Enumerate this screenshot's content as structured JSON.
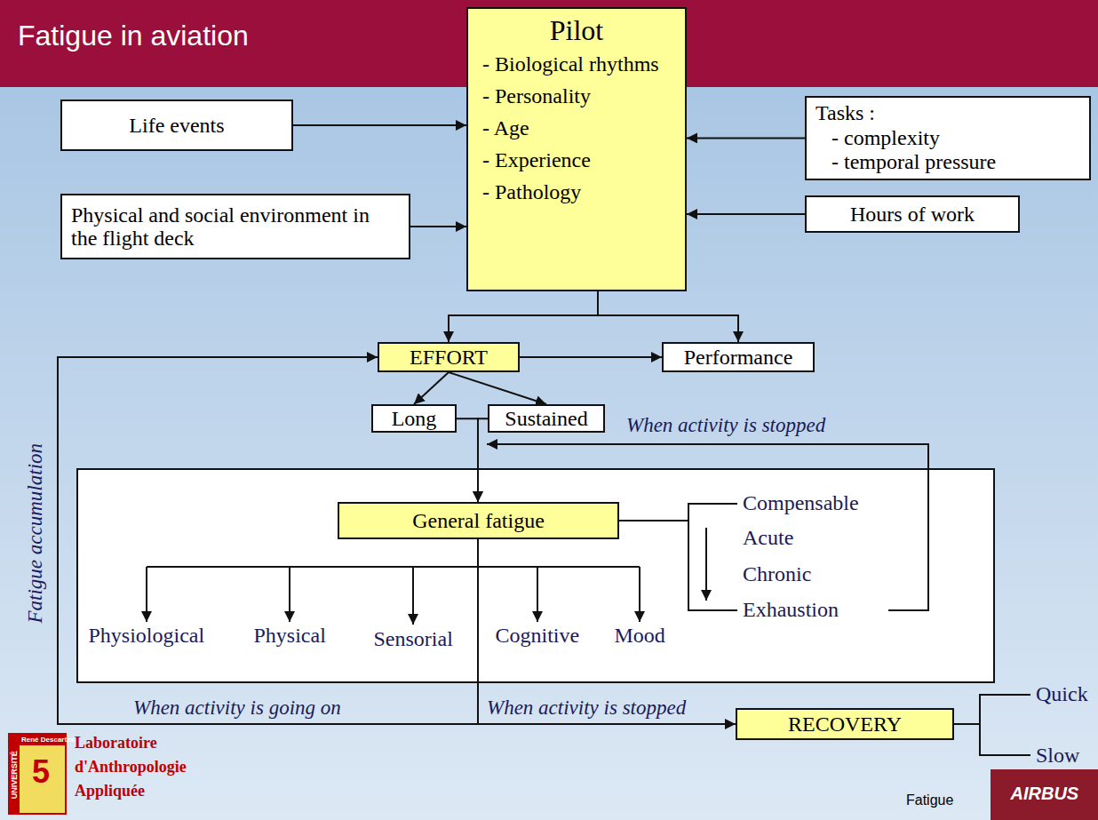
{
  "diagram": {
    "title": "Fatigue in aviation",
    "nodes": [
      {
        "text": [
          "Life events"
        ]
      },
      {
        "text": [
          "Pilot",
          "- Biological rhythms",
          "- Personality",
          "- Age",
          "- Experience",
          "- Pathology"
        ]
      },
      {
        "text": [
          "Tasks :",
          "- complexity",
          "- temporal pressure"
        ]
      },
      {
        "text": [
          "Physical and social environment in the flight deck"
        ]
      },
      {
        "text": [
          "Hours of work"
        ]
      },
      {
        "text": [
          "EFFORT"
        ]
      },
      {
        "text": [
          "Performance"
        ]
      },
      {
        "text": [
          "Long"
        ]
      },
      {
        "text": [
          "Sustained"
        ]
      },
      {
        "text": [
          "General fatigue"
        ]
      },
      {
        "text": [
          "RECOVERY"
        ]
      }
    ],
    "edges": [
      {
        "from": 0,
        "to": 1,
        "arrow": "to"
      },
      {
        "from": 3,
        "to": 1,
        "arrow": "to"
      },
      {
        "from": 2,
        "to": 1,
        "arrow": "to"
      },
      {
        "from": 4,
        "to": 1,
        "arrow": "to"
      },
      {
        "from": 1,
        "to": 5,
        "arrow": "to"
      },
      {
        "from": 1,
        "to": 6,
        "arrow": "to"
      },
      {
        "from": 5,
        "to": 6,
        "arrow": "to"
      },
      {
        "from": 5,
        "to": 7,
        "arrow": "to"
      },
      {
        "from": 5,
        "to": 8,
        "arrow": "to"
      },
      {
        "from": 7,
        "to": 9,
        "arrow": "to"
      },
      {
        "from": 8,
        "to": 9,
        "arrow": "to"
      },
      {
        "from": 9,
        "to": 5,
        "label": "When activity is going on",
        "arrow": "to"
      },
      {
        "from": 9,
        "to": 10,
        "label": "When activity is stopped",
        "arrow": "to"
      }
    ],
    "labels": [
      "When activity is stopped",
      "Compensable",
      "Acute",
      "Chronic",
      "Exhaustion",
      "Physiological",
      "Physical",
      "Sensorial",
      "Cognitive",
      "Mood",
      "Fatigue accumulation",
      "Quick",
      "Slow",
      "UNIVERSITÉ",
      "René Descartes",
      "5",
      "Laboratoire",
      "d'Anthropologie",
      "Appliquée",
      "AIRBUS",
      "Fatigue"
    ]
  }
}
